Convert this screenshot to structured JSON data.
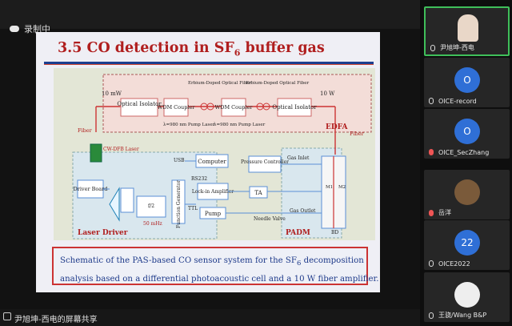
{
  "recording": {
    "label": "录制中"
  },
  "slide": {
    "title_main": "3.5 CO detection in SF",
    "title_sub": "6",
    "title_tail": " buffer gas",
    "caption_line1_a": "Schematic of the PAS-based CO sensor system for the SF",
    "caption_line1_sub": "6",
    "caption_line1_b": " decomposition",
    "caption_line2": "analysis based on a differential photoacoustic cell and a 10 W fiber amplifier."
  },
  "diagram": {
    "power_in": "10 mW",
    "power_out": "10 W",
    "optical_isolator": "Optical Isolator",
    "wdm_coupler": "WDM Coupler",
    "edf": "Erbium-Doped Optical Fiber",
    "pump_laser": "λ=980 nm Pump Laser",
    "edfa": "EDFA",
    "fiber": "Fiber",
    "cw_dfb": "CW-DFB Laser",
    "driver_board": "Driver Board",
    "function_generator": "Function Generator",
    "f2": "f/2",
    "freq_50": "50 mHz",
    "laser_driver": "Laser Driver",
    "computer": "Computer",
    "usb": "USB",
    "rs232": "RS232",
    "lockin": "Lock-in Amplifier",
    "ttl": "TTL",
    "pump": "Pump",
    "ta": "TA",
    "pressure_controller": "Pressure Controller",
    "gas_inlet": "Gas Inlet",
    "gas_outlet": "Gas Outlet",
    "needle_valve": "Needle Valve",
    "padm": "PADM",
    "bd": "BD",
    "m1": "M1",
    "m2": "M2"
  },
  "participants": [
    {
      "name": "尹旭坤-西电",
      "initial": "",
      "muted": false
    },
    {
      "name": "OICE-record",
      "initial": "O",
      "muted": false
    },
    {
      "name": "OICE_SecZhang",
      "initial": "O",
      "muted": true
    },
    {
      "name": "岳洋",
      "initial": "",
      "muted": true
    },
    {
      "name": "OICE2022",
      "initial": "22",
      "muted": false
    },
    {
      "name": "王骁/Wang B&P",
      "initial": "",
      "muted": false
    }
  ],
  "share": {
    "label": "尹旭坤-西电的屏幕共享"
  },
  "colors": {
    "accent_green": "#3fbf5a",
    "title_red": "#b01e1e",
    "caption_blue": "#1e3a8a",
    "avatar_blue": "#2f6fd6"
  }
}
